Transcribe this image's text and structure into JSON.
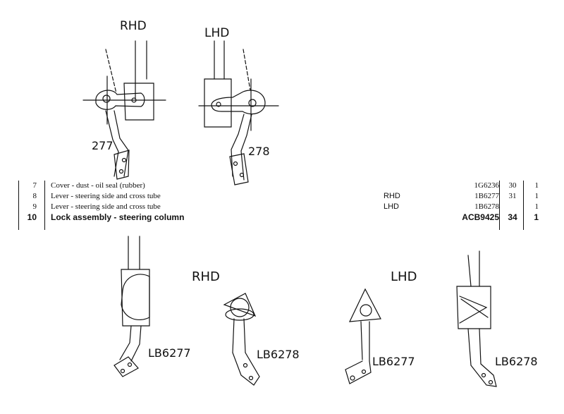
{
  "top_labels": {
    "rhd": "RHD",
    "lhd": "LHD",
    "part_a": "277",
    "part_b": "278"
  },
  "parts_table": {
    "rows": [
      {
        "no": "7",
        "desc": "Cover - dust - oil seal (rubber)",
        "note": "",
        "part": "1G6236",
        "plate": "30",
        "qty": "1"
      },
      {
        "no": "8",
        "desc": "Lever - steering side and cross tube",
        "note": "RHD",
        "part": "1B6277",
        "plate": "31",
        "qty": "1"
      },
      {
        "no": "9",
        "desc": "Lever - steering side and cross tube",
        "note": "LHD",
        "part": "1B6278",
        "plate": "",
        "qty": "1"
      },
      {
        "no": "10",
        "desc": "Lock assembly - steering column",
        "note": "",
        "part": "ACB9425",
        "plate": "34",
        "qty": "1"
      }
    ]
  },
  "bottom_labels": {
    "rhd": "RHD",
    "lhd": "LHD",
    "lb6277_a": "LB6277",
    "lb6278_a": "LB6278",
    "lb6277_b": "LB6277",
    "lb6278_b": "LB6278"
  }
}
